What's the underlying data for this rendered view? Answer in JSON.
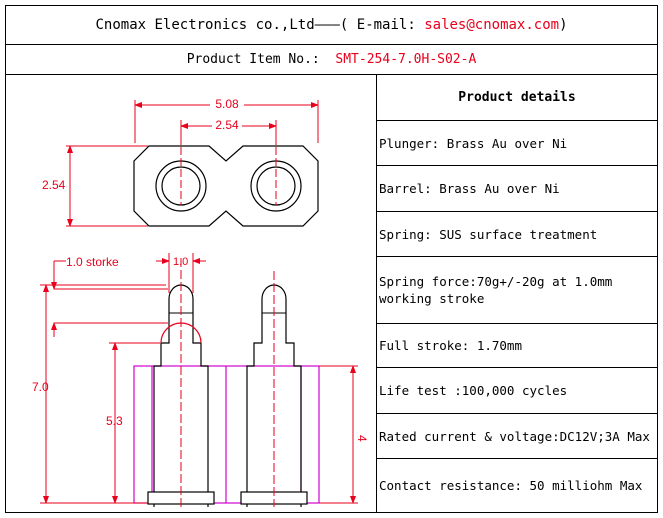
{
  "header": {
    "company": "Cnomax Electronics co.,Ltd———( E-mail: ",
    "email": "sales@cnomax.com",
    "tail": ")"
  },
  "product_item": {
    "label": "Product Item No.:  ",
    "value": "SMT-254-7.0H-S02-A"
  },
  "drawing": {
    "dim_top_overall": "5.08",
    "dim_top_pitch": "2.54",
    "dim_top_height": "2.54",
    "dim_stroke_label": "1.0 storke",
    "dim_plunger_width": "1.0",
    "dim_total_height": "7.0",
    "dim_body_height": "5.3",
    "dim_housing_height": "4",
    "colors": {
      "dimension": "#e8001c",
      "outline": "#000000",
      "housing": "#d000d0",
      "centerline": "#e8001c"
    }
  },
  "details": {
    "title": "Product details",
    "items": [
      "Plunger: Brass Au over Ni",
      "Barrel: Brass Au over Ni",
      "Spring: SUS surface treatment",
      "Spring force:70g+/-20g at 1.0mm working stroke",
      "Full stroke: 1.70mm",
      "Life test :100,000 cycles",
      "Rated current & voltage:DC12V;3A Max",
      "Contact resistance: 50 milliohm Max"
    ]
  }
}
